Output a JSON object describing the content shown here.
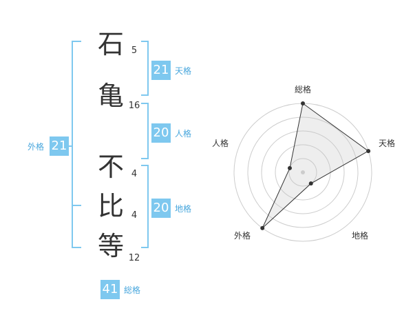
{
  "characters": [
    {
      "char": "石",
      "strokes": "5"
    },
    {
      "char": "亀",
      "strokes": "16"
    },
    {
      "char": "不",
      "strokes": "4"
    },
    {
      "char": "比",
      "strokes": "4"
    },
    {
      "char": "等",
      "strokes": "12"
    }
  ],
  "fortune": {
    "tenkaku": {
      "value": "21",
      "label": "天格"
    },
    "jinkaku": {
      "value": "20",
      "label": "人格"
    },
    "chikaku": {
      "value": "20",
      "label": "地格"
    },
    "gaikaku": {
      "value": "21",
      "label": "外格"
    },
    "soukaku": {
      "value": "41",
      "label": "総格"
    }
  },
  "colors": {
    "bracket": "#7ec8ef",
    "box": "#7ec8ef",
    "label": "#49a7dd"
  },
  "chart_data": {
    "type": "radar",
    "axes": [
      "総格",
      "天格",
      "地格",
      "外格",
      "人格"
    ],
    "values": [
      5,
      5,
      1,
      5,
      1
    ],
    "rmax": 5,
    "rings": 5,
    "grid": true
  }
}
